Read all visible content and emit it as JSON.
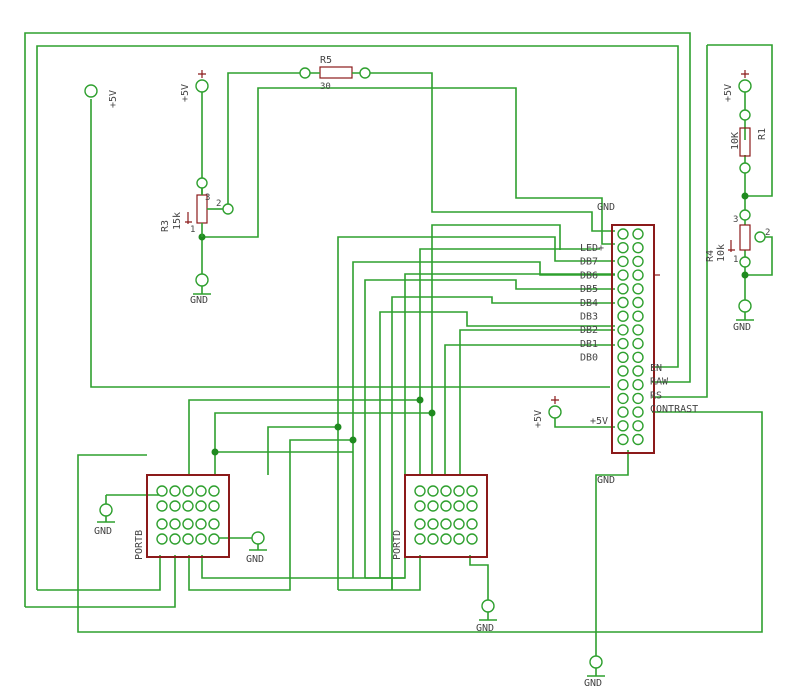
{
  "power": {
    "vcc_top_left": "+5V",
    "vcc_r3": "+5V",
    "vcc_r1": "+5V",
    "vcc_lcd": "+5V"
  },
  "gnd": {
    "r3": "GND",
    "r4": "GND",
    "lcd_top": "GND",
    "lcd_bottom": "GND",
    "portb_left": "GND",
    "portb_right": "GND",
    "portd": "GND",
    "bottom": "GND"
  },
  "components": {
    "r5": {
      "name": "R5",
      "value": "30"
    },
    "r3": {
      "name": "R3",
      "value": "15k",
      "pin1": "1",
      "pin2": "2",
      "pin3": "3"
    },
    "r1": {
      "name": "R1",
      "value": "10K"
    },
    "r4": {
      "name": "R4",
      "value": "10k",
      "pin1": "1",
      "pin2": "2",
      "pin3": "3"
    },
    "portb": {
      "name": "PORTB"
    },
    "portd": {
      "name": "PORTD"
    }
  },
  "lcd": {
    "left_labels": [
      "LED+",
      "DB7",
      "DB6",
      "DB5",
      "DB4",
      "DB3",
      "DB2",
      "DB1",
      "DB0"
    ],
    "right_labels": [
      "EN",
      "RAW",
      "RS",
      "CONTRAST"
    ],
    "vcc_label": "+5V"
  },
  "colors": {
    "wire": "#2fa02f",
    "part": "#8b1a1a",
    "junction": "#1f8a1f",
    "text": "#444444"
  }
}
